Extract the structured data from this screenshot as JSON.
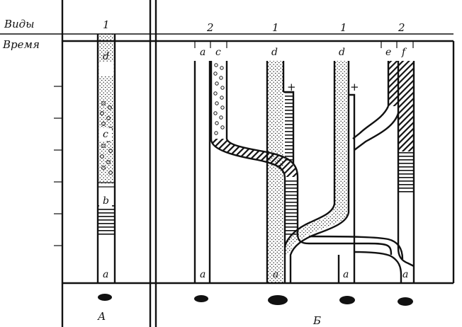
{
  "header": {
    "species_label": "Виды",
    "time_label": "Время"
  },
  "panel_a": {
    "number": "1",
    "stage_top": "d",
    "stage_middle": "c",
    "stage_b": "b",
    "stage_base": "a",
    "panel_label": "А"
  },
  "panel_b": {
    "numbers": [
      "2",
      "1",
      "1",
      "2"
    ],
    "top_letters": [
      "a",
      "c",
      "d",
      "d",
      "e",
      "f"
    ],
    "bottom_letters": [
      "a",
      "a",
      "a",
      "a"
    ],
    "extinction_marks": [
      "+",
      "+"
    ],
    "panel_label": "Б"
  }
}
